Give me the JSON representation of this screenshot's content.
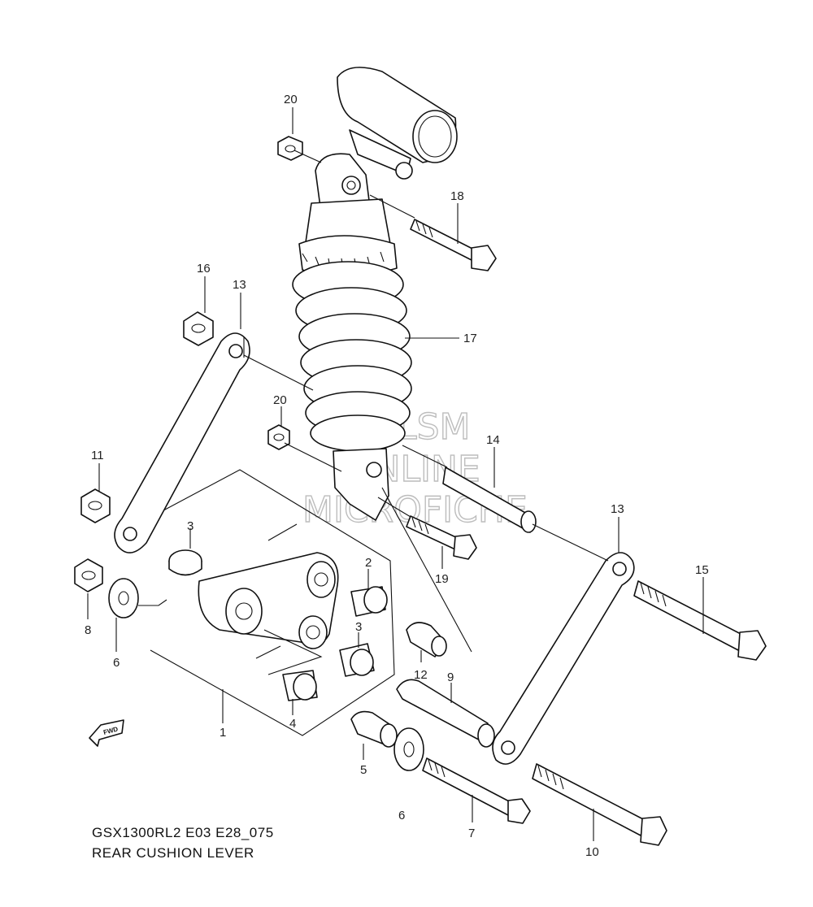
{
  "diagram": {
    "title_code": "GSX1300RL2 E03 E28_075",
    "title_name": "REAR CUSHION LEVER",
    "watermark": [
      "HLSM",
      "ONLINE",
      "MICROFICHE"
    ],
    "direction_arrow": {
      "label": "FWD",
      "icon": "fwd-arrow-icon"
    },
    "callouts": [
      {
        "id": "20",
        "part": "nut"
      },
      {
        "id": "18",
        "part": "bolt"
      },
      {
        "id": "16",
        "part": "nut"
      },
      {
        "id": "13",
        "part": "cushion rod"
      },
      {
        "id": "17",
        "part": "rear shock absorber"
      },
      {
        "id": "20",
        "part": "nut"
      },
      {
        "id": "14",
        "part": "spacer"
      },
      {
        "id": "11",
        "part": "nut"
      },
      {
        "id": "3",
        "part": "bearing"
      },
      {
        "id": "2",
        "part": "bearing"
      },
      {
        "id": "19",
        "part": "bolt"
      },
      {
        "id": "13",
        "part": "cushion rod"
      },
      {
        "id": "15",
        "part": "bolt"
      },
      {
        "id": "8",
        "part": "nut"
      },
      {
        "id": "6",
        "part": "washer"
      },
      {
        "id": "3",
        "part": "bearing"
      },
      {
        "id": "12",
        "part": "spacer"
      },
      {
        "id": "9",
        "part": "spacer"
      },
      {
        "id": "1",
        "part": "cushion lever"
      },
      {
        "id": "4",
        "part": "bearing"
      },
      {
        "id": "5",
        "part": "spacer"
      },
      {
        "id": "6",
        "part": "washer"
      },
      {
        "id": "7",
        "part": "bolt"
      },
      {
        "id": "10",
        "part": "bolt"
      }
    ]
  }
}
